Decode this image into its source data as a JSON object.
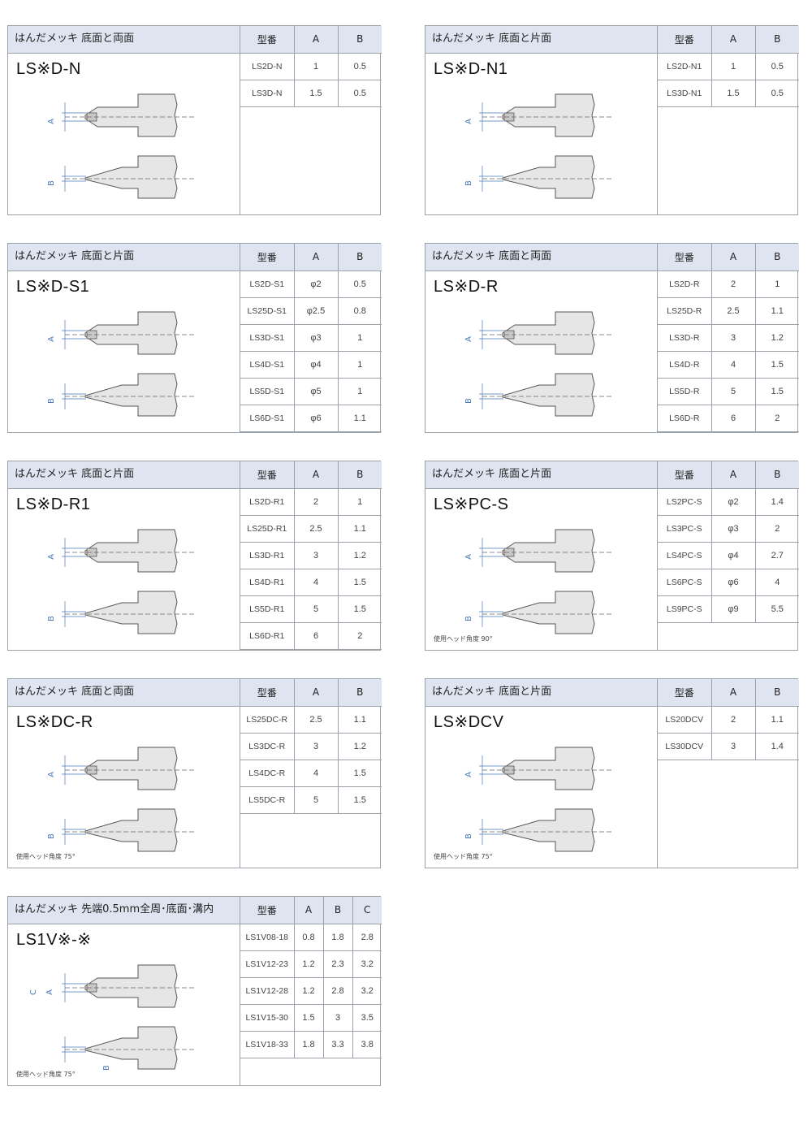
{
  "headers": [
    "型番",
    "A",
    "B"
  ],
  "headers_c": [
    "型番",
    "A",
    "B",
    "C"
  ],
  "cards": [
    {
      "title": "はんだメッキ 底面と両面",
      "model": "LS※D-N",
      "rows": [
        [
          "LS2D-N",
          "1",
          "0.5"
        ],
        [
          "LS3D-N",
          "1.5",
          "0.5"
        ]
      ],
      "labels": [
        "A",
        "B"
      ],
      "note": ""
    },
    {
      "title": "はんだメッキ 底面と片面",
      "model": "LS※D-N1",
      "rows": [
        [
          "LS2D-N1",
          "1",
          "0.5"
        ],
        [
          "LS3D-N1",
          "1.5",
          "0.5"
        ]
      ],
      "labels": [
        "A",
        "B"
      ],
      "note": ""
    },
    {
      "title": "はんだメッキ 底面と片面",
      "model": "LS※D-S1",
      "rows": [
        [
          "LS2D-S1",
          "φ2",
          "0.5"
        ],
        [
          "LS25D-S1",
          "φ2.5",
          "0.8"
        ],
        [
          "LS3D-S1",
          "φ3",
          "1"
        ],
        [
          "LS4D-S1",
          "φ4",
          "1"
        ],
        [
          "LS5D-S1",
          "φ5",
          "1"
        ],
        [
          "LS6D-S1",
          "φ6",
          "1.1"
        ]
      ],
      "labels": [
        "A",
        "B"
      ],
      "note": ""
    },
    {
      "title": "はんだメッキ 底面と両面",
      "model": "LS※D-R",
      "rows": [
        [
          "LS2D-R",
          "2",
          "1"
        ],
        [
          "LS25D-R",
          "2.5",
          "1.1"
        ],
        [
          "LS3D-R",
          "3",
          "1.2"
        ],
        [
          "LS4D-R",
          "4",
          "1.5"
        ],
        [
          "LS5D-R",
          "5",
          "1.5"
        ],
        [
          "LS6D-R",
          "6",
          "2"
        ]
      ],
      "labels": [
        "A",
        "B"
      ],
      "note": ""
    },
    {
      "title": "はんだメッキ 底面と片面",
      "model": "LS※D-R1",
      "rows": [
        [
          "LS2D-R1",
          "2",
          "1"
        ],
        [
          "LS25D-R1",
          "2.5",
          "1.1"
        ],
        [
          "LS3D-R1",
          "3",
          "1.2"
        ],
        [
          "LS4D-R1",
          "4",
          "1.5"
        ],
        [
          "LS5D-R1",
          "5",
          "1.5"
        ],
        [
          "LS6D-R1",
          "6",
          "2"
        ]
      ],
      "labels": [
        "A",
        "B"
      ],
      "note": ""
    },
    {
      "title": "はんだメッキ 底面と片面",
      "model": "LS※PC-S",
      "rows": [
        [
          "LS2PC-S",
          "φ2",
          "1.4"
        ],
        [
          "LS3PC-S",
          "φ3",
          "2"
        ],
        [
          "LS4PC-S",
          "φ4",
          "2.7"
        ],
        [
          "LS6PC-S",
          "φ6",
          "4"
        ],
        [
          "LS9PC-S",
          "φ9",
          "5.5"
        ]
      ],
      "labels": [
        "A",
        "B"
      ],
      "note": "使用ヘッド角度 90°"
    },
    {
      "title": "はんだメッキ 底面と両面",
      "model": "LS※DC-R",
      "rows": [
        [
          "LS25DC-R",
          "2.5",
          "1.1"
        ],
        [
          "LS3DC-R",
          "3",
          "1.2"
        ],
        [
          "LS4DC-R",
          "4",
          "1.5"
        ],
        [
          "LS5DC-R",
          "5",
          "1.5"
        ]
      ],
      "labels": [
        "A",
        "B"
      ],
      "note": "使用ヘッド角度 75°"
    },
    {
      "title": "はんだメッキ 底面と片面",
      "model": "LS※DCV",
      "rows": [
        [
          "LS20DCV",
          "2",
          "1.1"
        ],
        [
          "LS30DCV",
          "3",
          "1.4"
        ]
      ],
      "labels": [
        "A",
        "B"
      ],
      "note": "使用ヘッド角度 75°"
    },
    {
      "title": "はんだメッキ 先端0.5mm全周･底面･溝内",
      "model": "LS1V※-※",
      "rows": [
        [
          "LS1V08-18",
          "0.8",
          "1.8",
          "2.8"
        ],
        [
          "LS1V12-23",
          "1.2",
          "2.3",
          "3.2"
        ],
        [
          "LS1V12-28",
          "1.2",
          "2.8",
          "3.2"
        ],
        [
          "LS1V15-30",
          "1.5",
          "3",
          "3.5"
        ],
        [
          "LS1V18-33",
          "1.8",
          "3.3",
          "3.8"
        ]
      ],
      "labels": [
        "C",
        "A",
        "B"
      ],
      "note": "使用ヘッド角度 75°"
    }
  ]
}
